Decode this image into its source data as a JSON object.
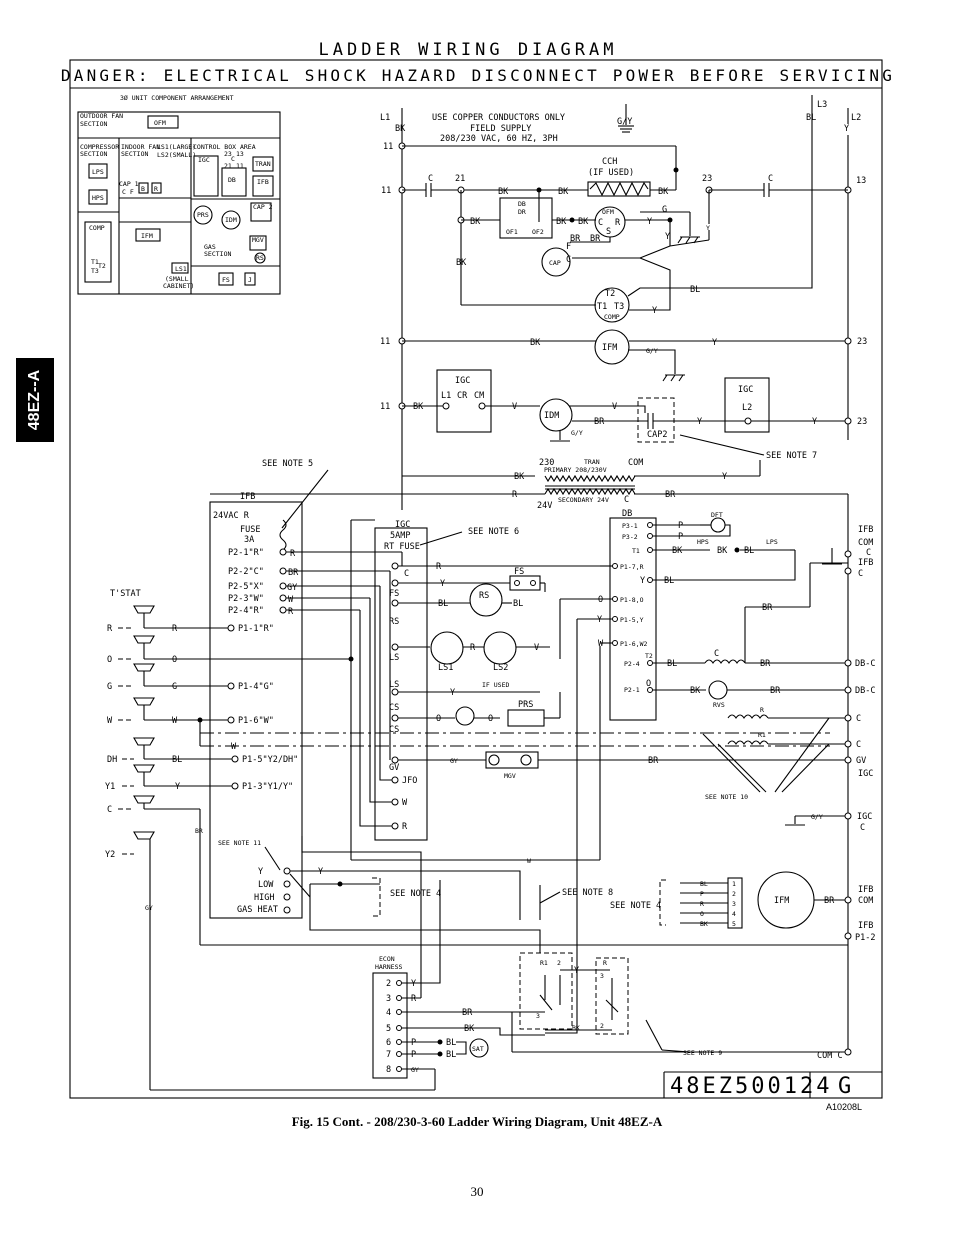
{
  "title": "LADDER WIRING DIAGRAM",
  "danger": "DANGER: ELECTRICAL SHOCK HAZARD DISCONNECT POWER BEFORE SERVICING",
  "side_tab": "48EZ--A",
  "drawing_number": "48EZ500124",
  "revision": "G",
  "figure_id": "A10208L",
  "caption": "Fig. 15 Cont. - 208/230-3-60 Ladder Wiring Diagram, Unit 48EZ-A",
  "page_number": "30",
  "arrangement": {
    "title": "3Ø UNIT COMPONENT ARRANGEMENT",
    "outdoor_fan": "OUTDOOR FAN",
    "outdoor_fan2": "SECTION",
    "ofm": "OFM",
    "compressor": "COMPRESSOR",
    "compressor2": "SECTION",
    "indoor_fan": "INDOOR FAN",
    "indoor_fan2": "SECTION",
    "ls1a": "LS1(LARGE)",
    "ls1b": "LS2(SMALL)",
    "control_box": "CONTROL BOX AREA",
    "lps": "LPS",
    "hps": "HPS",
    "cap1": "CAP 1",
    "cf": "C F",
    "b": "B",
    "r": "R",
    "igc": "IGC",
    "db": "DB",
    "tran": "TRAN",
    "ifb": "IFB",
    "n23": "23",
    "n13": "13",
    "c": "C",
    "n21": "21",
    "n11": "11",
    "comp": "COMP",
    "t1": "T1",
    "t2": "T2",
    "t3": "T3",
    "ifm": "IFM",
    "prs": "PRS",
    "idm": "IDM",
    "cap2": "CAP 2",
    "mgv": "MGV",
    "rs": "RS",
    "gas": "GAS",
    "gas2": "SECTION",
    "ls1": "LS1",
    "small": "(SMALL",
    "small2": "CABINET)",
    "fs": "FS",
    "j": "J"
  },
  "supply": {
    "l1": "L1",
    "bk": "BK",
    "copper": "USE COPPER CONDUCTORS ONLY",
    "field": "FIELD SUPPLY",
    "voltage": "208/230 VAC, 60 HZ, 3PH",
    "gy": "G/Y",
    "l3": "L3",
    "l2": "L2",
    "bl": "BL",
    "y": "Y"
  },
  "labels": {
    "n11": "11",
    "n13": "13",
    "n21": "21",
    "n23": "23",
    "c": "C",
    "bk": "BK",
    "bl": "BL",
    "br": "BR",
    "y": "Y",
    "r": "R",
    "v": "V",
    "w": "W",
    "o": "O",
    "p": "P",
    "g": "G",
    "gy": "GY",
    "gslash": "G/Y",
    "cch": "CCH",
    "ifused": "(IF USED)",
    "ifused2": "IF USED",
    "db": "DB",
    "dr": "DR",
    "of1": "OF1",
    "of2": "OF2",
    "ofm": "OFM",
    "cap": "CAP",
    "f": "F",
    "s": "S",
    "t1": "T1",
    "t2": "T2",
    "t3": "T3",
    "comp": "COMP",
    "ifm": "IFM",
    "igc": "IGC",
    "l1": "L1",
    "cr": "CR",
    "cm": "CM",
    "idm": "IDM",
    "cap2": "CAP2",
    "l2": "L2",
    "n230": "230",
    "tran": "TRAN",
    "com": "COM",
    "primary": "PRIMARY 208/230V",
    "secondary": "SECONDARY 24V",
    "n24v": "24V",
    "note5": "SEE NOTE 5",
    "note6": "SEE NOTE 6",
    "note7": "SEE NOTE 7",
    "note4": "SEE NOTE 4",
    "note4b": "SEE NOTE 4",
    "note8": "SEE NOTE 8",
    "note9": "SEE NOTE 9",
    "note10": "SEE NOTE 10",
    "note11": "SEE NOTE 11",
    "ifb": "IFB",
    "n24vac": "24VAC R",
    "fuse": "FUSE",
    "n3a": "3A",
    "p21": "P2-1\"R\"",
    "p22": "P2-2\"C\"",
    "p25": "P2-5\"X\"",
    "p23": "P2-3\"W\"",
    "p24": "P2-4\"R\"",
    "tstat": "T'STAT",
    "p11": "P1-1\"R\"",
    "p14": "P1-4\"G\"",
    "p16": "P1-6\"W\"",
    "p15": "P1-5\"Y2/DH\"",
    "p13": "P1-3\"Y1/Y\"",
    "dh": "DH",
    "y1": "Y1",
    "y2": "Y2",
    "n5amp": "5AMP",
    "rtfuse": "RT FUSE",
    "fs": "FS",
    "rs": "RS",
    "ls": "LS",
    "ls1": "LS1",
    "ls2": "LS2",
    "cs": "CS",
    "gv": "GV",
    "jfo": "JFO",
    "prs": "PRS",
    "mgv": "MGV",
    "p31": "P3-1",
    "p32": "P3-2",
    "t1db": "T1",
    "p17r": "P1-7,R",
    "p18o": "P1-8,O",
    "p15y": "P1-5,Y",
    "p16w2": "P1-6,W2",
    "p24db": "P2-4",
    "t2db": "T2",
    "p21db": "P2-1",
    "dft": "DFT",
    "hps": "HPS",
    "lps": "LPS",
    "rvs": "RVS",
    "r1": "R1",
    "ifbcom": "IFB",
    "com2": "COM",
    "dbc": "DB-C",
    "gvigc": "GV",
    "igcc": "IGC",
    "p12": "P1-2",
    "low": "LOW",
    "high": "HIGH",
    "gasheat": "GAS HEAT",
    "econ": "ECON",
    "harness": "HARNESS",
    "sat": "SAT",
    "comc": "COM C",
    "n12345": "12345",
    "n1": "1",
    "n2": "2",
    "n3": "3",
    "n4": "4",
    "n5": "5",
    "n6": "6",
    "n7": "7",
    "n8": "8"
  }
}
